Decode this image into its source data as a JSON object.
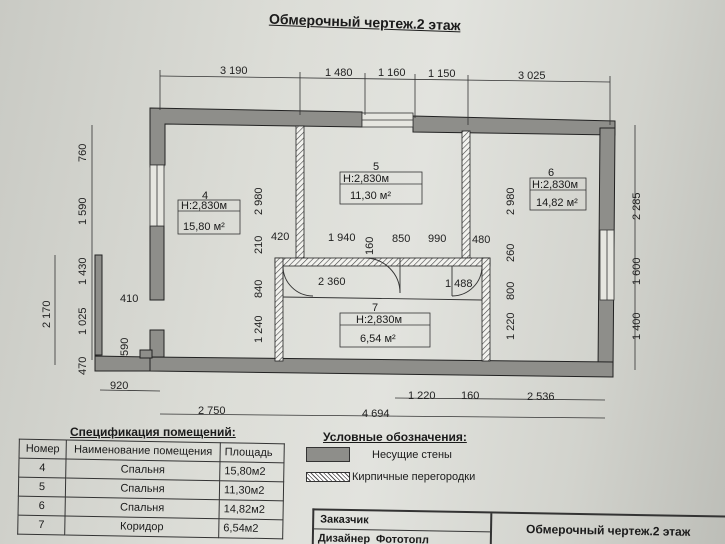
{
  "title": "Обмерочный чертеж.2 этаж",
  "dims": {
    "top": [
      "3 190",
      "1 480",
      "1 160",
      "1 150",
      "3 025"
    ],
    "left": [
      "760",
      "1 590",
      "1 430",
      "1 025",
      "2 170",
      "470"
    ],
    "right": [
      "2 285",
      "1 600",
      "1 400"
    ],
    "inner": [
      "2 980",
      "2 980",
      "210",
      "840",
      "1 240",
      "420",
      "1 940",
      "160",
      "850",
      "990",
      "480",
      "260",
      "800",
      "1 220",
      "2 360",
      "1 488",
      "410",
      "590"
    ],
    "bottom": [
      "920",
      "2 750",
      "4 694",
      "1 220",
      "160",
      "2 536"
    ]
  },
  "rooms": [
    {
      "num": "4",
      "height": "H:2,830м",
      "area": "15,80 м²"
    },
    {
      "num": "5",
      "height": "H:2,830м",
      "area": "11,30 м²"
    },
    {
      "num": "6",
      "height": "H:2,830м",
      "area": "14,82 м²"
    },
    {
      "num": "7",
      "height": "H:2,830м",
      "area": "6,54 м²"
    }
  ],
  "spec": {
    "title": "Спецификация помещений:",
    "headers": [
      "Номер",
      "Наименование помещения",
      "Площадь"
    ],
    "rows": [
      [
        "4",
        "Спальня",
        "15,80м2"
      ],
      [
        "5",
        "Спальня",
        "11,30м2"
      ],
      [
        "6",
        "Спальня",
        "14,82м2"
      ],
      [
        "7",
        "Коридор",
        "6,54м2"
      ]
    ]
  },
  "legend": {
    "title": "Условные обозначения:",
    "bearing": "Несущие стены",
    "brick": "Кирпичные перегородки"
  },
  "stamp": {
    "customer": "Заказчик",
    "designer": "Дизайнер",
    "photo": "Фототопл",
    "title": "Обмерочный чертеж.2 этаж"
  },
  "colors": {
    "wall": "#8e8e8a",
    "line": "#222222",
    "paper": "#e0e1dc"
  }
}
